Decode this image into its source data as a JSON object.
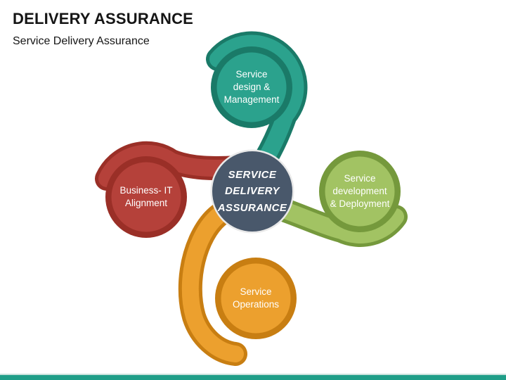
{
  "slide": {
    "title": "DELIVERY ASSURANCE",
    "subtitle": "Service Delivery Assurance"
  },
  "footer": {
    "bar_color": "#1F9E88",
    "line_color": "#C9E2DC"
  },
  "diagram": {
    "center": {
      "label": "SERVICE\nDELIVERY\nASSURANCE",
      "fill": "#49586B",
      "ring": "#E9E9E9"
    },
    "nodes": [
      {
        "id": "design",
        "label": "Service\ndesign &\nManagement",
        "fill": "#2BA28D",
        "dark": "#1A7A68"
      },
      {
        "id": "development",
        "label": "Service\ndevelopment\n& Deployment",
        "fill": "#A2C363",
        "dark": "#75993C"
      },
      {
        "id": "operations",
        "label": "Service\nOperations",
        "fill": "#ECA02E",
        "dark": "#C87E12"
      },
      {
        "id": "alignment",
        "label": "Business- IT\nAlignment",
        "fill": "#B5413A",
        "dark": "#9A2F27"
      }
    ]
  }
}
